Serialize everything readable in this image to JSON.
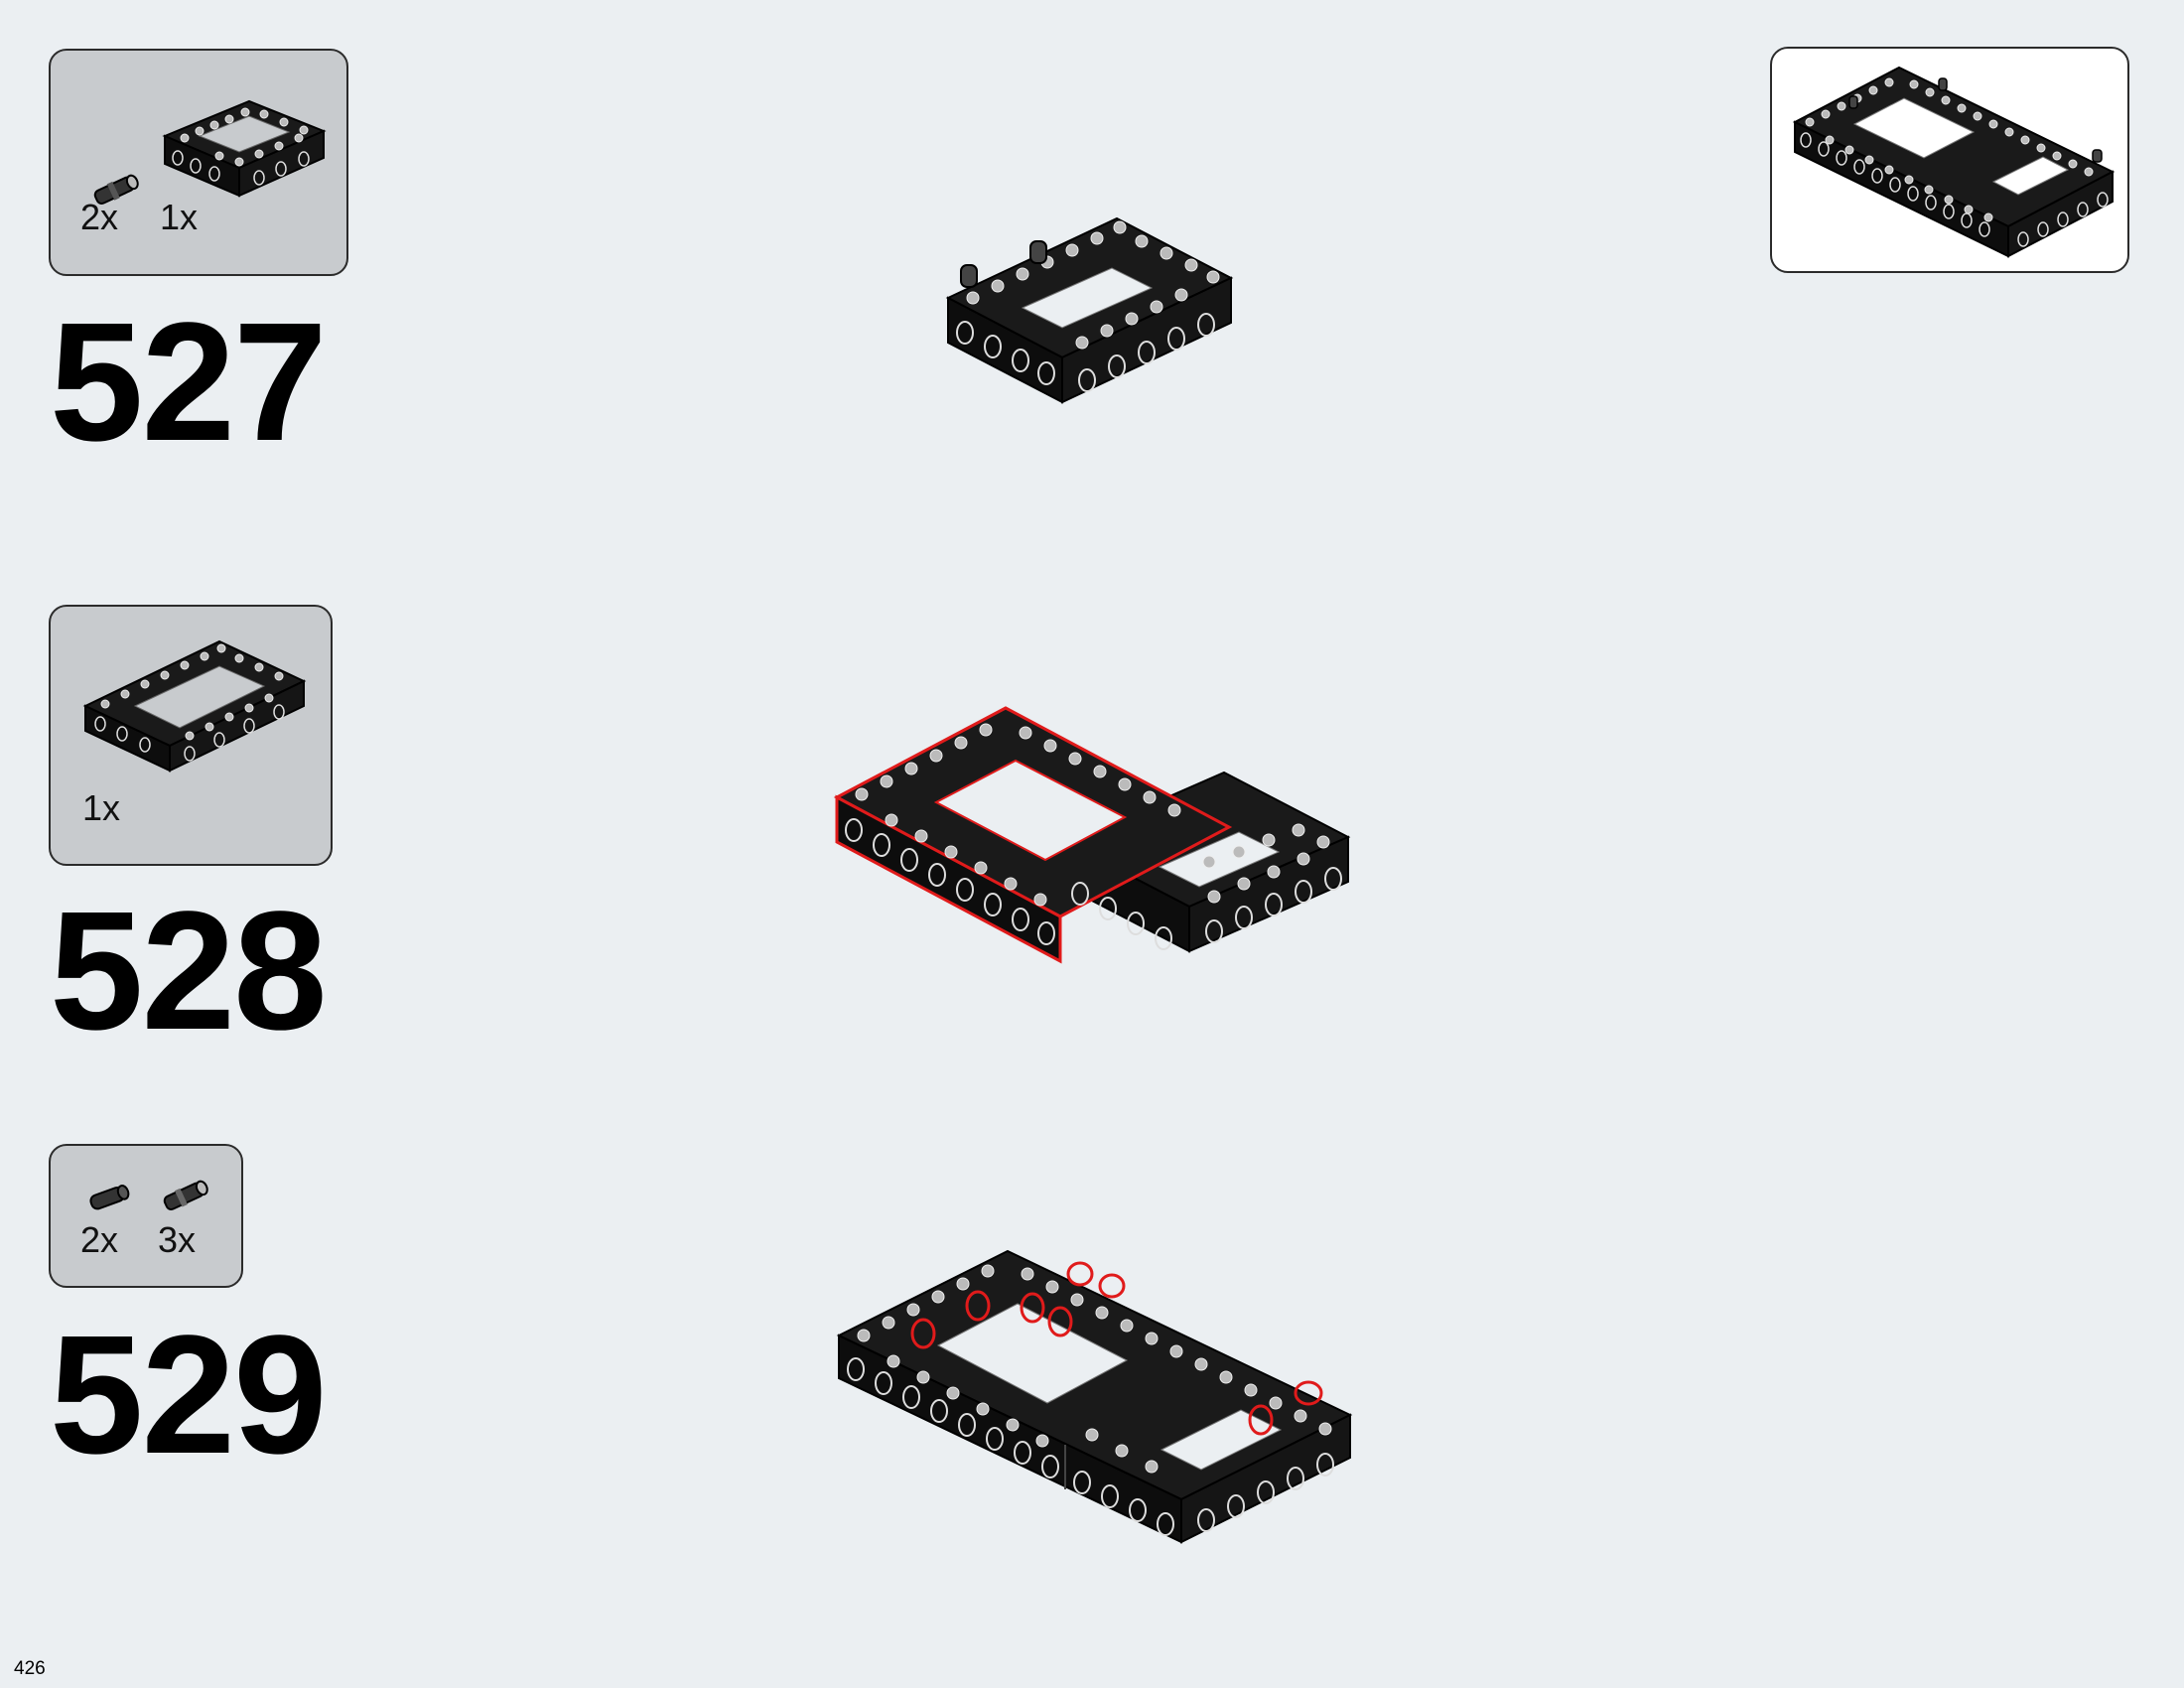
{
  "page": {
    "number": "426"
  },
  "steps": [
    {
      "number": "527",
      "parts": [
        {
          "qty": "2x",
          "icon": "pin-icon"
        },
        {
          "qty": "1x",
          "icon": "technic-frame-small-icon"
        }
      ]
    },
    {
      "number": "528",
      "parts": [
        {
          "qty": "1x",
          "icon": "technic-frame-large-icon"
        }
      ]
    },
    {
      "number": "529",
      "parts": [
        {
          "qty": "2x",
          "icon": "pin-icon"
        },
        {
          "qty": "3x",
          "icon": "axle-pin-icon"
        }
      ]
    }
  ],
  "colors": {
    "background": "#ebeff2",
    "parts_box": "#c8cbce",
    "brick": "#0d0d0d",
    "highlight": "#e01b1b"
  }
}
